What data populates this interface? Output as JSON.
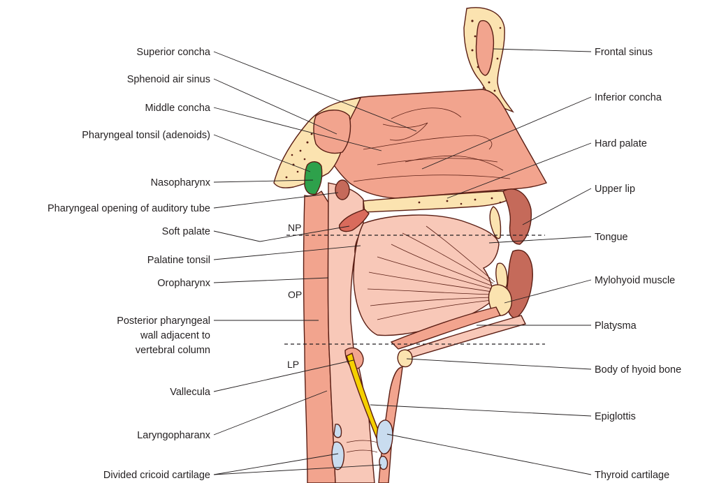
{
  "labels_left": [
    {
      "id": "superior-concha",
      "text": "Superior concha"
    },
    {
      "id": "sphenoid-air-sinus",
      "text": "Sphenoid air sinus"
    },
    {
      "id": "middle-concha",
      "text": "Middle concha"
    },
    {
      "id": "pharyngeal-tonsil",
      "text": "Pharyngeal tonsil (adenoids)"
    },
    {
      "id": "nasopharynx",
      "text": "Nasopharynx"
    },
    {
      "id": "pharyngeal-opening",
      "text": "Pharyngeal opening of auditory tube"
    },
    {
      "id": "soft-palate",
      "text": "Soft palate"
    },
    {
      "id": "palatine-tonsil",
      "text": "Palatine tonsil"
    },
    {
      "id": "oropharynx",
      "text": "Oropharynx"
    },
    {
      "id": "posterior-wall-1",
      "text": "Posterior pharyngeal"
    },
    {
      "id": "posterior-wall-2",
      "text": "wall adjacent to"
    },
    {
      "id": "posterior-wall-3",
      "text": "vertebral column"
    },
    {
      "id": "vallecula",
      "text": "Vallecula"
    },
    {
      "id": "laryngopharanx",
      "text": "Laryngopharanx"
    },
    {
      "id": "divided-cricoid",
      "text": "Divided cricoid cartilage"
    }
  ],
  "labels_right": [
    {
      "id": "frontal-sinus",
      "text": "Frontal sinus"
    },
    {
      "id": "inferior-concha",
      "text": "Inferior concha"
    },
    {
      "id": "hard-palate",
      "text": "Hard palate"
    },
    {
      "id": "upper-lip",
      "text": "Upper lip"
    },
    {
      "id": "tongue",
      "text": "Tongue"
    },
    {
      "id": "mylohyoid-muscle",
      "text": "Mylohyoid muscle"
    },
    {
      "id": "platysma",
      "text": "Platysma"
    },
    {
      "id": "body-of-hyoid",
      "text": "Body of hyoid bone"
    },
    {
      "id": "epiglottis",
      "text": "Epiglottis"
    },
    {
      "id": "thyroid-cartilage",
      "text": "Thyroid cartilage"
    }
  ],
  "zones": {
    "np": "NP",
    "op": "OP",
    "lp": "LP"
  },
  "colors": {
    "tissue": "#f2a48e",
    "tissue_light": "#f8c8b8",
    "airway": "#f9d5c8",
    "bone": "#fbe3b0",
    "tonsil": "#2ea14b",
    "cartilage": "#c9dcef",
    "epiglottis": "#f5d000",
    "outline": "#5a1e14"
  }
}
